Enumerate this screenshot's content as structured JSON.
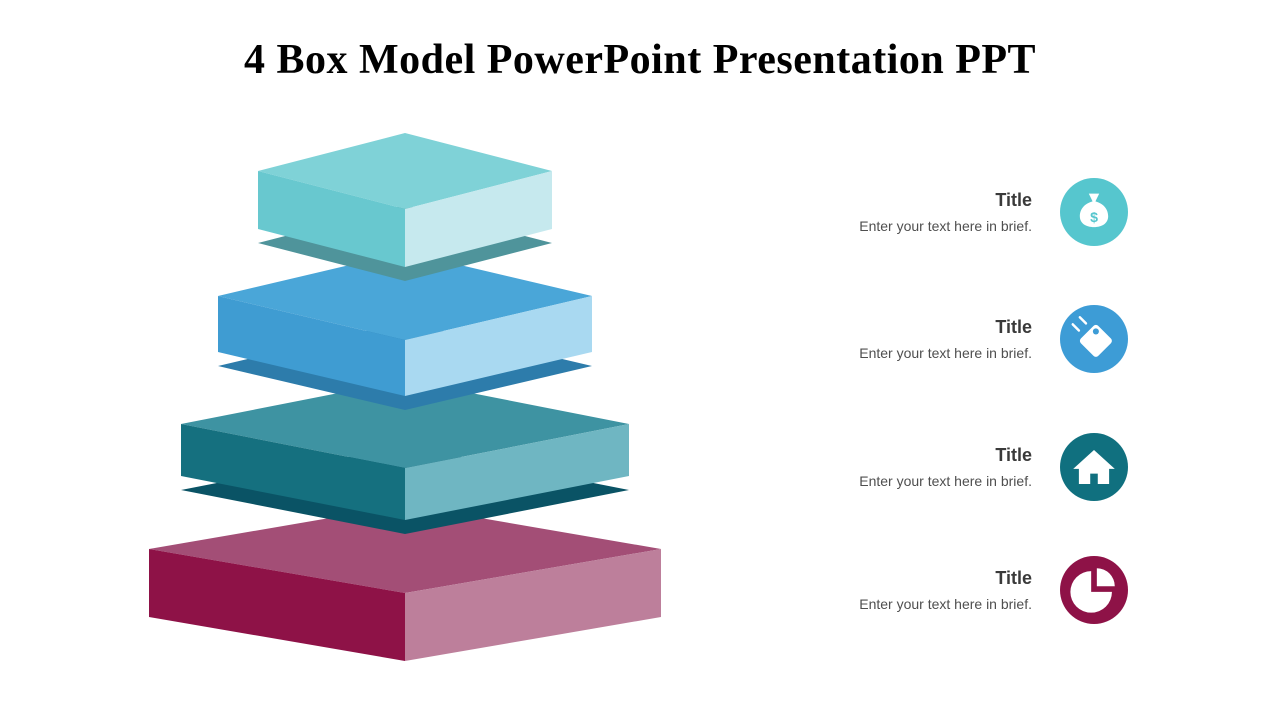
{
  "slide": {
    "title": "4 Box Model PowerPoint Presentation PPT"
  },
  "glyphs": {
    "dollar": "$"
  },
  "items": [
    {
      "title": "Title",
      "description": "Enter your text here in brief.",
      "icon": "money-bag-icon",
      "color": "#56c6ce"
    },
    {
      "title": "Title",
      "description": "Enter your text here in brief.",
      "icon": "price-tag-icon",
      "color": "#3d9cd6"
    },
    {
      "title": "Title",
      "description": "Enter your text here in brief.",
      "icon": "home-icon",
      "color": "#10707f"
    },
    {
      "title": "Title",
      "description": "Enter your text here in brief.",
      "icon": "pie-chart-icon",
      "color": "#8e1247"
    }
  ],
  "pyramid": {
    "layers": [
      {
        "name": "layer-1-top",
        "top_color": "#7fd2d7",
        "left_color": "#68c8cf",
        "right_color": "#c6e9ee",
        "under_color": "#4f949b"
      },
      {
        "name": "layer-2",
        "top_color": "#4aa6d8",
        "left_color": "#3f9cd2",
        "right_color": "#a9d9f1",
        "under_color": "#2d7cab"
      },
      {
        "name": "layer-3",
        "top_color": "#3e93a2",
        "left_color": "#15707f",
        "right_color": "#6fb6c2",
        "under_color": "#0a5365"
      },
      {
        "name": "layer-4-bottom",
        "top_color": "#a34e76",
        "left_color": "#8e1247",
        "right_color": "#bd7f9b"
      }
    ]
  }
}
